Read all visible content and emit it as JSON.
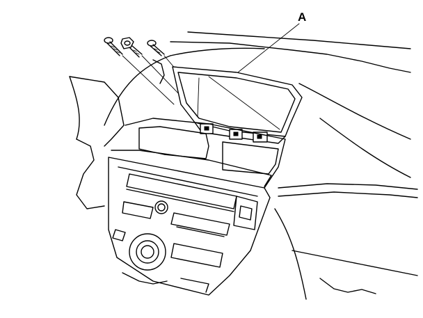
{
  "callout": {
    "label": "A",
    "target": "display-unit-frame"
  },
  "parts": [
    {
      "name": "screw-1"
    },
    {
      "name": "bolt"
    },
    {
      "name": "screw-2"
    },
    {
      "name": "display-unit"
    },
    {
      "name": "center-console-panel"
    },
    {
      "name": "audio-unit"
    },
    {
      "name": "dashboard"
    }
  ],
  "colors": {
    "line": "#000000",
    "background": "#ffffff"
  }
}
